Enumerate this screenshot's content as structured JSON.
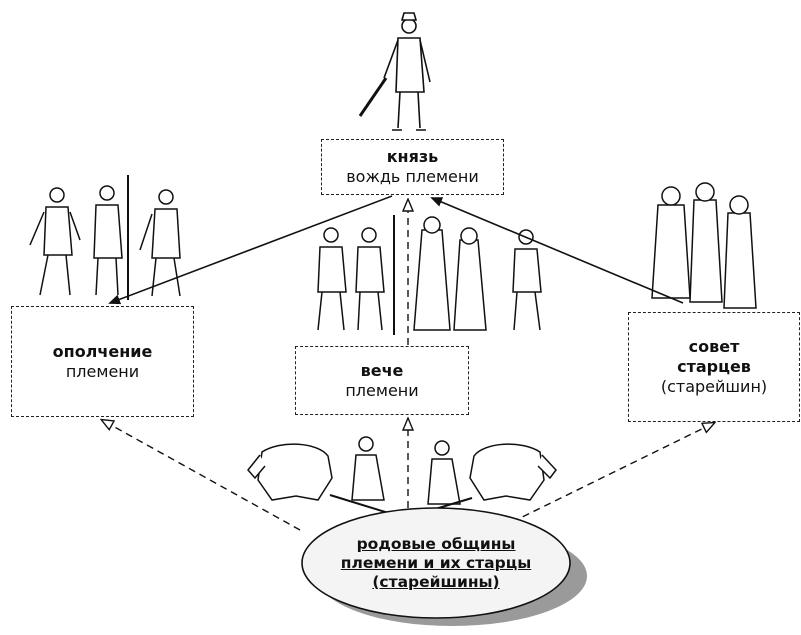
{
  "prince": {
    "title": "князь",
    "subtitle": "вождь племени"
  },
  "militia": {
    "title": "ополчение",
    "subtitle": "племени"
  },
  "veche": {
    "title": "вече",
    "subtitle": "племени"
  },
  "council": {
    "title": "совет",
    "title2": "старцев",
    "subtitle": "(старейшин)"
  },
  "communities": {
    "line1": "родовые общины",
    "line2": "племени и их старцы",
    "line3": "(старейшины)"
  },
  "colors": {
    "ink": "#111111",
    "paper": "#ffffff",
    "ellipse_fill": "#f4f4f4",
    "shadow": "#9a9a9a"
  },
  "icons": [
    "warrior-with-sword-icon",
    "militia-warriors-icon",
    "elders-icon",
    "assembly-people-icon",
    "ploughman-with-horse-icon"
  ]
}
